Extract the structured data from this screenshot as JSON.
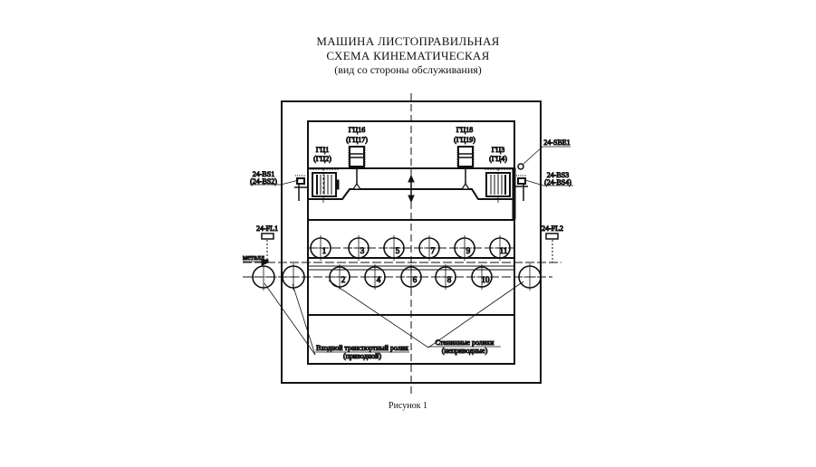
{
  "title": {
    "line1": "МАШИНА ЛИСТОПРАВИЛЬНАЯ",
    "line2": "СХЕМА КИНЕМАТИЧЕСКАЯ",
    "line3": "(вид со стороны обслуживания)"
  },
  "caption": "Рисунок 1",
  "cylinders": {
    "left_outer": {
      "name": "ГЦ1",
      "alt": "(ГЦ2)"
    },
    "left_inner": {
      "name": "ГЦ16",
      "alt": "(ГЦ17)"
    },
    "right_inner": {
      "name": "ГЦ18",
      "alt": "(ГЦ19)"
    },
    "right_outer": {
      "name": "ГЦ3",
      "alt": "(ГЦ4)"
    }
  },
  "sensors": {
    "left_bs": {
      "name": "24-BS1",
      "alt": "(24-BS2)"
    },
    "right_bs": {
      "name": "24-BS3",
      "alt": "(24-BS4)"
    },
    "sbe": {
      "name": "24-SBE1"
    },
    "fl1": {
      "name": "24-FL1"
    },
    "fl2": {
      "name": "24-FL2"
    }
  },
  "metal_label": "металл",
  "upper_rollers": [
    "1",
    "3",
    "5",
    "7",
    "9",
    "11"
  ],
  "lower_rollers": [
    "2",
    "4",
    "6",
    "8",
    "10"
  ],
  "callouts": {
    "entry_roller": {
      "line1": "Входной транспортный ролик",
      "line2": "(приводной)"
    },
    "frame_rollers": {
      "line1": "Станинные ролики",
      "line2": "(неприводные)"
    }
  },
  "colors": {
    "line": "#111111",
    "roller_number": "#2a3a8c"
  }
}
